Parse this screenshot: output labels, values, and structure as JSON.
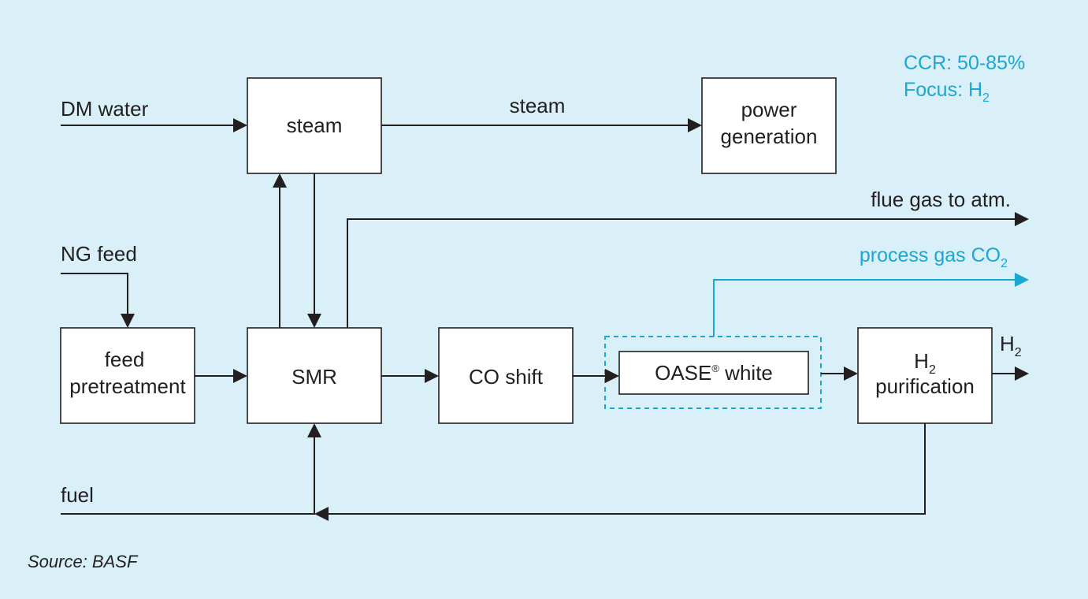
{
  "annotation": {
    "ccr": "CCR: 50-85%",
    "focus_prefix": "Focus: H",
    "focus_sub": "2"
  },
  "boxes": {
    "steam": "steam",
    "power_line1": "power",
    "power_line2": "generation",
    "feed_line1": "feed",
    "feed_line2": "pretreatment",
    "smr": "SMR",
    "co_shift": "CO shift",
    "oase_prefix": "OASE",
    "oase_reg": "®",
    "oase_suffix": " white",
    "h2_prefix": "H",
    "h2_sub": "2",
    "h2_line2": "purification"
  },
  "streams": {
    "dm_water": "DM water",
    "steam": "steam",
    "ng_feed": "NG feed",
    "flue_gas": "flue gas to atm.",
    "process_gas_prefix": "process gas CO",
    "process_gas_sub": "2",
    "h2_out_prefix": "H",
    "h2_out_sub": "2",
    "fuel": "fuel"
  },
  "source": "Source: BASF",
  "colors": {
    "background": "#d9f0f9",
    "accent": "#1aa7d4",
    "ink": "#231f20"
  }
}
